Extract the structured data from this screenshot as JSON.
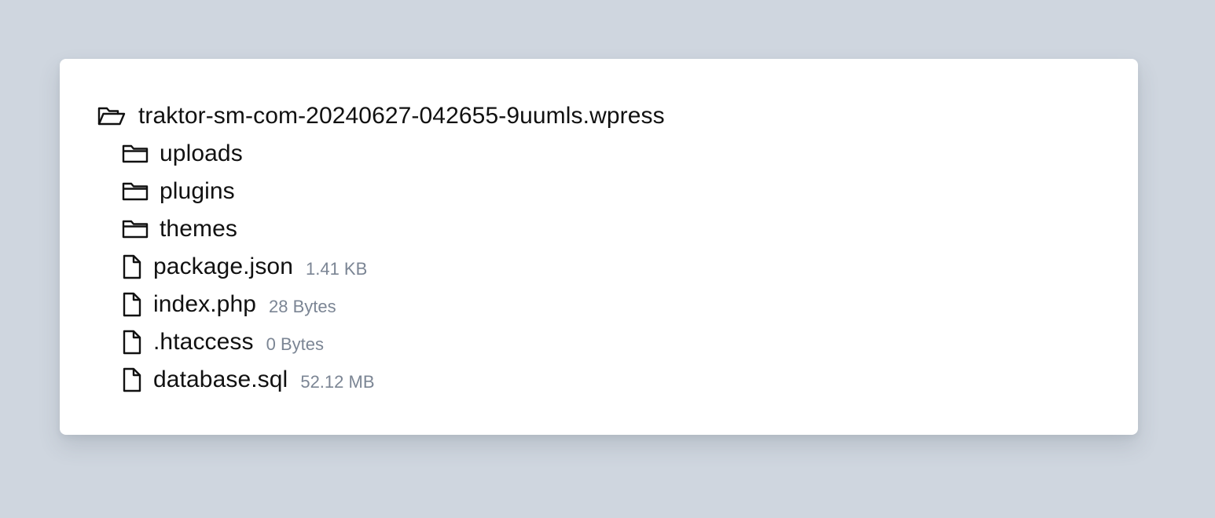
{
  "tree": {
    "root": {
      "name": "traktor-sm-com-20240627-042655-9uumls.wpress",
      "icon": "folder-open-icon"
    },
    "folders": [
      {
        "name": "uploads",
        "icon": "folder-icon"
      },
      {
        "name": "plugins",
        "icon": "folder-icon"
      },
      {
        "name": "themes",
        "icon": "folder-icon"
      }
    ],
    "files": [
      {
        "name": "package.json",
        "size": "1.41 KB",
        "icon": "file-icon"
      },
      {
        "name": "index.php",
        "size": "28 Bytes",
        "icon": "file-icon"
      },
      {
        "name": ".htaccess",
        "size": "0 Bytes",
        "icon": "file-icon"
      },
      {
        "name": "database.sql",
        "size": "52.12 MB",
        "icon": "file-icon"
      }
    ]
  },
  "colors": {
    "page_background": "#cfd6df",
    "card_background": "#ffffff",
    "text": "#111111",
    "size_text": "#7b8594"
  }
}
